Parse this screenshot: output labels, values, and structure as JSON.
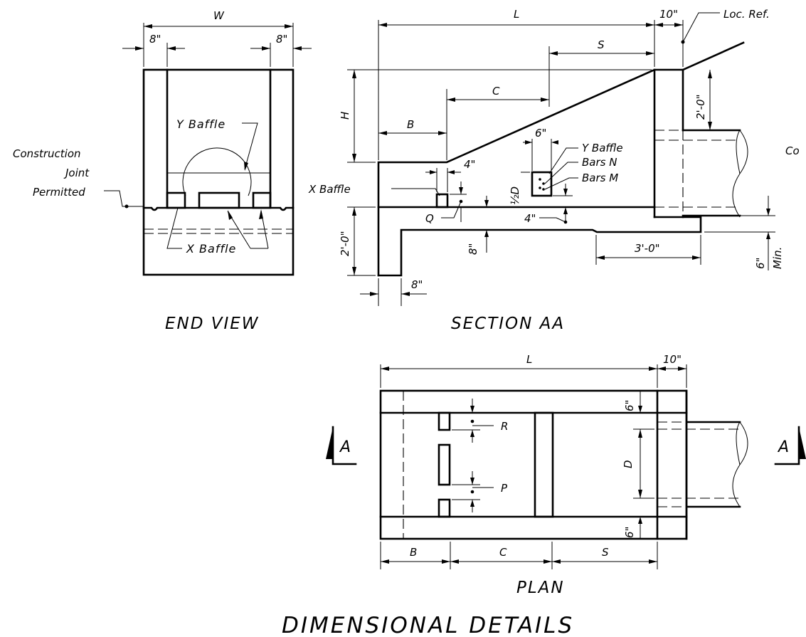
{
  "title": "DIMENSIONAL DETAILS",
  "views": {
    "end_view": {
      "title": "END VIEW",
      "dim_w": "W",
      "dim_8_left": "8\"",
      "dim_8_right": "8\"",
      "y_baffle": "Y Baffle",
      "x_baffle": "X Baffle",
      "construction": "Construction",
      "joint": "Joint",
      "permitted": "Permitted"
    },
    "section_aa": {
      "title": "SECTION AA",
      "dim_l": "L",
      "dim_10": "10\"",
      "loc_ref": "Loc. Ref.",
      "dim_s": "S",
      "dim_c": "C",
      "dim_b": "B",
      "dim_h": "H",
      "dim_2_0_top": "2'-0\"",
      "dim_6": "6\"",
      "y_baffle": "Y Baffle",
      "bars_n": "Bars N",
      "bars_m": "Bars M",
      "dim_4_top": "4\"",
      "x_baffle": "X Baffle",
      "dim_half_d": "½D",
      "dim_q": "Q",
      "dim_4_mid": "4\"",
      "dim_2_0_bottom": "2'-0\"",
      "dim_8_mid": "8\"",
      "dim_3_0": "3'-0\"",
      "dim_6_min": "6\"",
      "min": "Min.",
      "dim_8_bottom": "8\"",
      "con_cut": "Co"
    },
    "plan": {
      "title": "PLAN",
      "dim_l": "L",
      "dim_10": "10\"",
      "dim_6_top": "6\"",
      "dim_6_bottom": "6\"",
      "dim_r": "R",
      "dim_p": "P",
      "dim_d": "D",
      "dim_b": "B",
      "dim_c": "C",
      "dim_s": "S",
      "cut_left": "A",
      "cut_right": "A"
    }
  }
}
